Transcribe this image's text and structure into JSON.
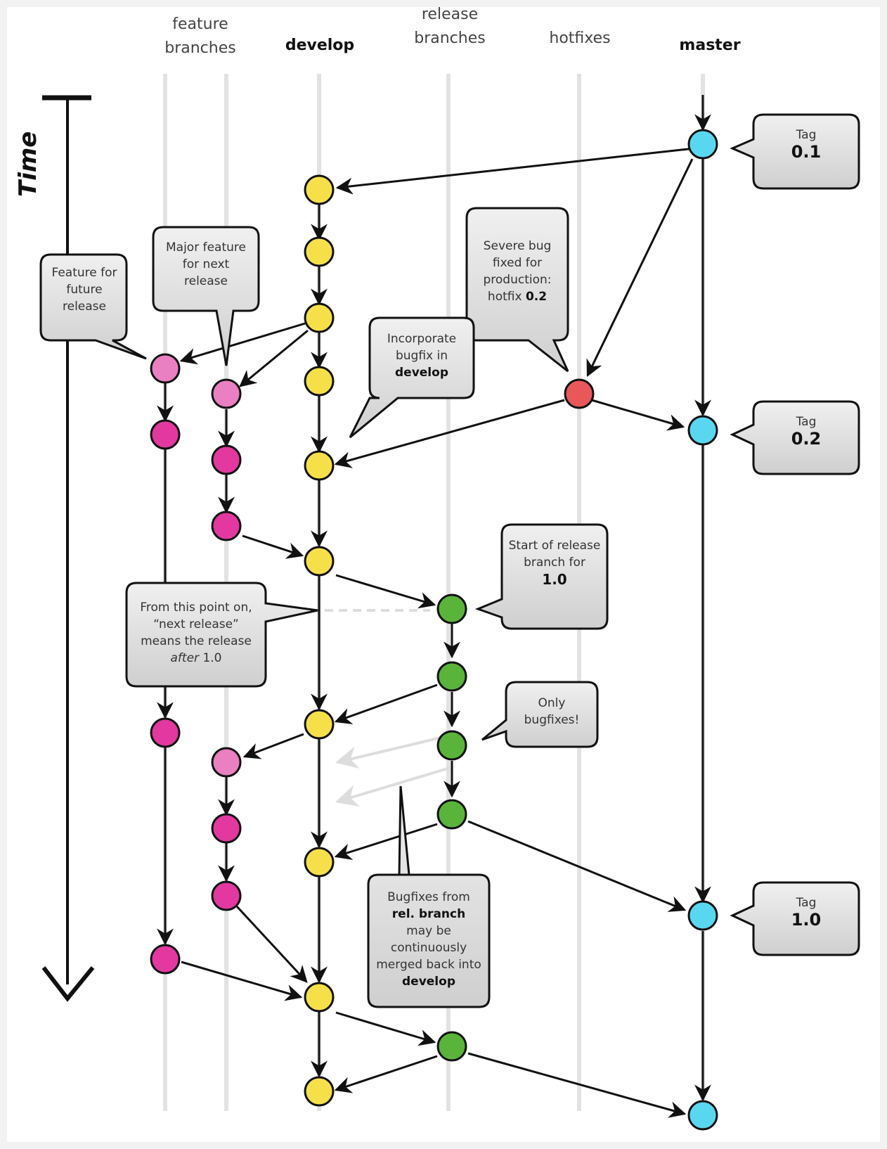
{
  "lanes": {
    "feature": "feature\nbranches",
    "develop": "develop",
    "release": "release\nbranches",
    "hotfixes": "hotfixes",
    "master": "master"
  },
  "time_label": "Time",
  "callouts": {
    "tag01": {
      "label": "Tag",
      "value": "0.1"
    },
    "tag02": {
      "label": "Tag",
      "value": "0.2"
    },
    "tag10": {
      "label": "Tag",
      "value": "1.0"
    },
    "feature_future": "Feature for future release",
    "major_feature": "Major feature for next release",
    "severe_bug_a": "Severe bug fixed for production: hotfix",
    "severe_bug_b": "0.2",
    "incorporate_a": "Incorporate bugfix in",
    "incorporate_b": "develop",
    "start_release_a": "Start of release branch for",
    "start_release_b": "1.0",
    "from_point_a": "From this point on, “next release” means the release",
    "from_point_b": "after",
    "from_point_c": "1.0",
    "only_bugfixes": "Only bugfixes!",
    "bugfixes_a": "Bugfixes from",
    "bugfixes_b": "rel. branch",
    "bugfixes_c": "may be continuously merged back into",
    "bugfixes_d": "develop"
  },
  "colors": {
    "develop": "#f6e04a",
    "feature_light": "#ea7fc1",
    "feature": "#e2389f",
    "release": "#5bb43a",
    "hotfix": "#e8575a",
    "master": "#5ad7f0",
    "bubble": "#dcdcdc"
  }
}
